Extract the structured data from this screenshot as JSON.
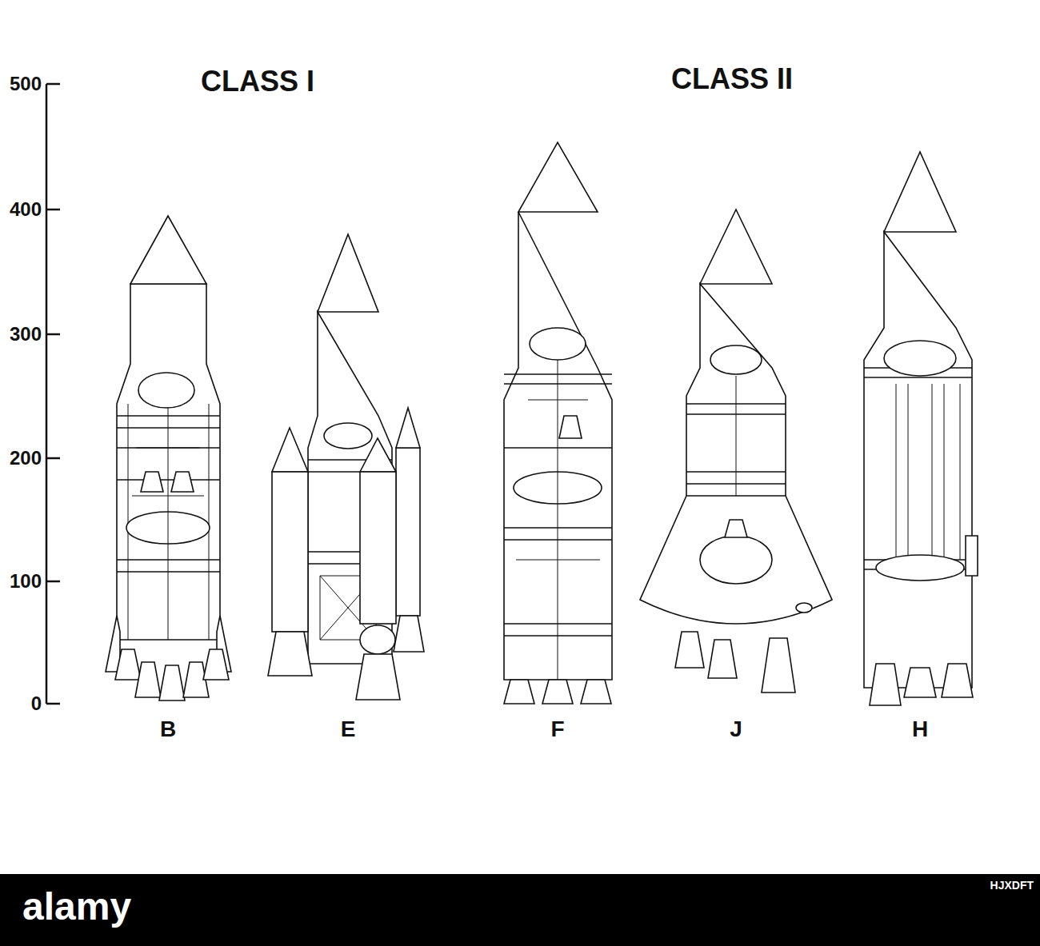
{
  "diagram": {
    "labels": [
      "CLASS I",
      "CLASS II",
      "500",
      "400",
      "300",
      "200",
      "100",
      "0",
      "B",
      "E",
      "F",
      "J",
      "H",
      "alamy",
      "HJXDFT"
    ]
  }
}
